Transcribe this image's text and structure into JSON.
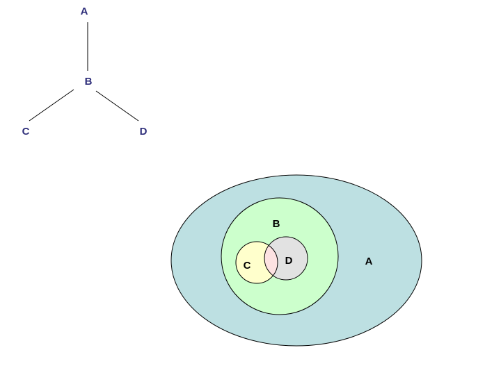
{
  "tree": {
    "node_a": "A",
    "node_b": "B",
    "node_c": "C",
    "node_d": "D",
    "label_color": "#2e2e7a",
    "edge_color": "#000000"
  },
  "venn": {
    "set_a": {
      "label": "A",
      "fill": "#bde0e2"
    },
    "set_b": {
      "label": "B",
      "fill": "#ccffcc"
    },
    "set_c": {
      "label": "C",
      "fill": "#ffffcc"
    },
    "set_d": {
      "label": "D",
      "fill": "#e2e2e2"
    },
    "overlap_cd_fill": "#fde2e2",
    "outline_color": "#000000",
    "label_color": "#000000"
  }
}
